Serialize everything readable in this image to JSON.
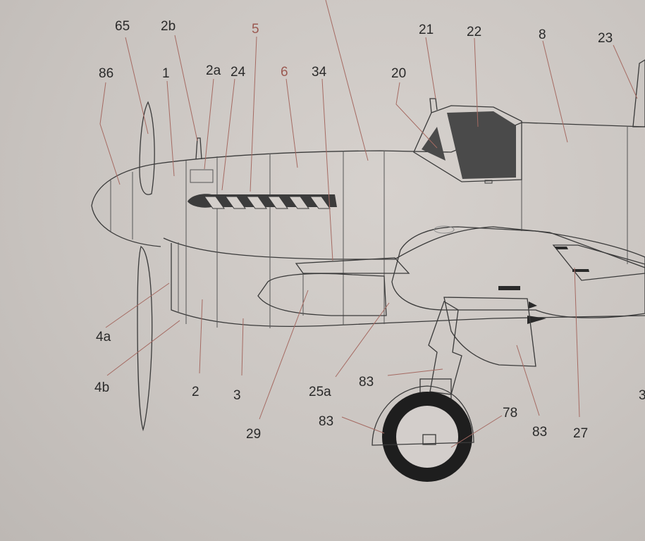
{
  "labels": {
    "l86": "86",
    "l65": "65",
    "l1": "1",
    "l2b": "2b",
    "l2a": "2a",
    "l24": "24",
    "l5": "5",
    "l6": "6",
    "l34": "34",
    "l20": "20",
    "l21": "21",
    "l22": "22",
    "l8": "8",
    "l23": "23",
    "l4a": "4a",
    "l4b": "4b",
    "l2": "2",
    "l3": "3",
    "l25a": "25a",
    "l29": "29",
    "l83a": "83",
    "l83b": "83",
    "l78": "78",
    "l83c": "83",
    "l27": "27",
    "l3edge": "3"
  },
  "colors": {
    "paper": "#cac5c1",
    "line": "#3a3a3a",
    "leader": "#a56a62",
    "canopy": "#4a4a4a",
    "tire": "#1e1e1e"
  }
}
